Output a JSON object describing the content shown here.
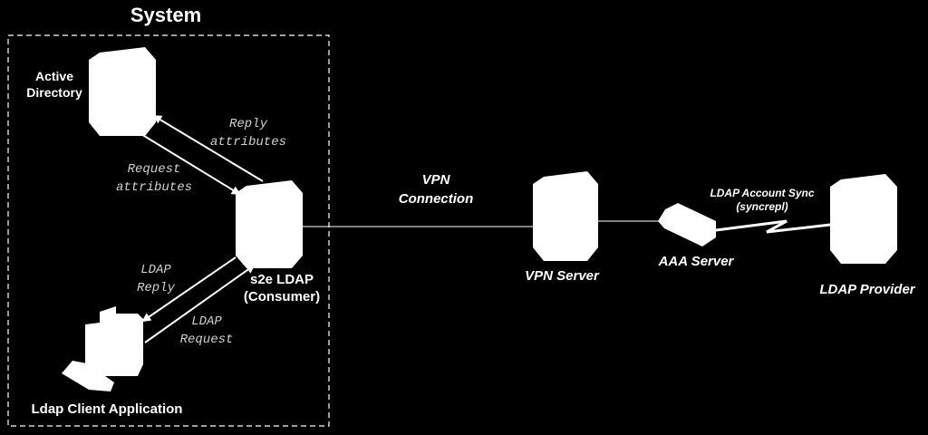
{
  "system": {
    "title": "System"
  },
  "nodes": {
    "active_directory": {
      "label_line1": "Active",
      "label_line2": "Directory",
      "icon": "server-icon"
    },
    "s2e_ldap": {
      "label_line1": "s2e LDAP",
      "label_line2": "(Consumer)",
      "icon": "server-icon"
    },
    "ldap_client": {
      "label": "Ldap Client Application",
      "icon": "workstation-icon"
    },
    "vpn_server": {
      "label": "VPN Server",
      "icon": "server-icon"
    },
    "aaa_server": {
      "label": "AAA Server",
      "icon": "router-icon"
    },
    "ldap_provider": {
      "label": "LDAP Provider",
      "icon": "server-icon"
    }
  },
  "edges": {
    "reply_attributes": {
      "line1": "Reply",
      "line2": "attributes"
    },
    "request_attributes": {
      "line1": "Request",
      "line2": "attributes"
    },
    "ldap_reply": {
      "line1": "LDAP",
      "line2": "Reply"
    },
    "ldap_request": {
      "line1": "LDAP",
      "line2": "Request"
    },
    "vpn_connection": {
      "line1": "VPN",
      "line2": "Connection"
    },
    "ldap_account_sync": {
      "line1": "LDAP Account Sync",
      "line2": "(syncrepl)"
    }
  }
}
